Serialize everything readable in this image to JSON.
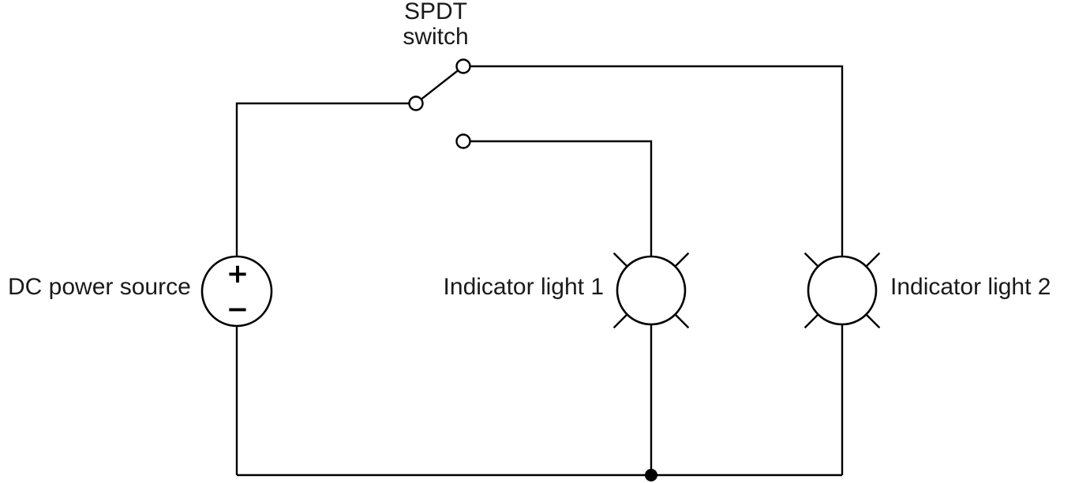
{
  "theme": {
    "background_color": "#ffffff",
    "stroke_color": "#000000",
    "text_color": "#1a1a1a"
  },
  "diagram": {
    "type": "circuit-schematic",
    "switch": {
      "label_line1": "SPDT",
      "label_line2": "switch"
    },
    "power_source": {
      "label": "DC power source",
      "plus": "+",
      "minus": "−"
    },
    "lamp1": {
      "label": "Indicator light 1"
    },
    "lamp2": {
      "label": "Indicator light 2"
    }
  }
}
